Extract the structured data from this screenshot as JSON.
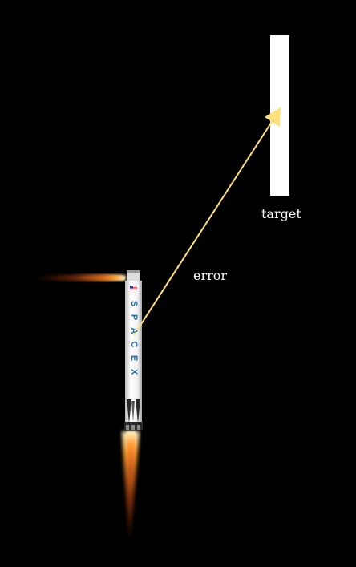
{
  "labels": {
    "target": "target",
    "error": "error"
  },
  "rocket": {
    "logo_text": "SPACEX",
    "logo_letters": [
      "S",
      "P",
      "A",
      "C",
      "E",
      "X"
    ]
  },
  "colors": {
    "background": "#000000",
    "target_bar": "#ffffff",
    "label_text": "#ffffff",
    "error_vector": "#ffe07a",
    "flame_core": "#fff3c4",
    "flame_mid": "#ff9a2e",
    "flame_outer": "#c84a10",
    "rocket_body": "#f2f2f2",
    "logo": "#1a6fa8",
    "engine": "#2a2a2a"
  },
  "icons": {
    "error_vector": "arrow-icon",
    "flag": "us-flag-icon",
    "thruster": "thruster-flame-icon",
    "main_engine": "engine-flame-icon"
  }
}
